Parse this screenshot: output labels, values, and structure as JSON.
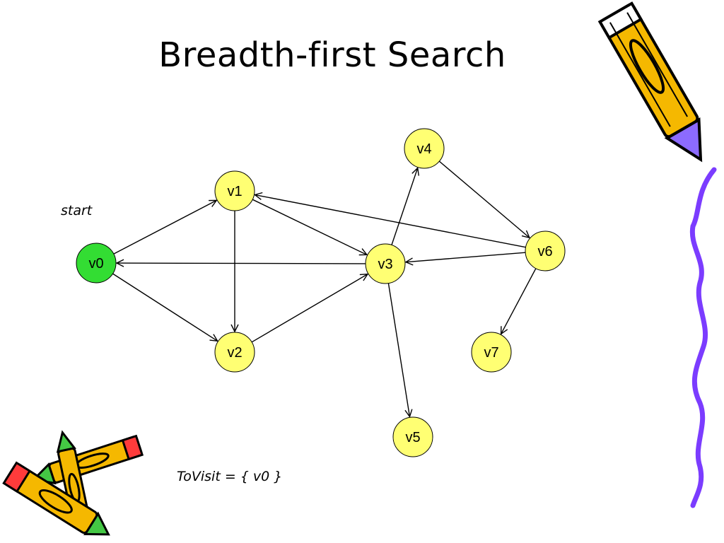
{
  "title": "Breadth-first Search",
  "start_label": "start",
  "to_visit_text": "ToVisit = { v0 }",
  "colors": {
    "node_fill": "#ffff73",
    "start_node_fill": "#33dd33",
    "node_stroke": "#000000",
    "edge": "#000000",
    "pencil_body": "#f5b800",
    "squiggle": "#7b3cff"
  },
  "nodes": [
    {
      "id": "v0",
      "label": "v0",
      "start": true
    },
    {
      "id": "v1",
      "label": "v1"
    },
    {
      "id": "v2",
      "label": "v2"
    },
    {
      "id": "v3",
      "label": "v3"
    },
    {
      "id": "v4",
      "label": "v4"
    },
    {
      "id": "v5",
      "label": "v5"
    },
    {
      "id": "v6",
      "label": "v6"
    },
    {
      "id": "v7",
      "label": "v7"
    }
  ],
  "edges": [
    {
      "from": "v0",
      "to": "v1"
    },
    {
      "from": "v0",
      "to": "v2"
    },
    {
      "from": "v1",
      "to": "v2"
    },
    {
      "from": "v1",
      "to": "v3"
    },
    {
      "from": "v3",
      "to": "v0"
    },
    {
      "from": "v2",
      "to": "v3"
    },
    {
      "from": "v3",
      "to": "v4"
    },
    {
      "from": "v4",
      "to": "v6"
    },
    {
      "from": "v6",
      "to": "v1"
    },
    {
      "from": "v6",
      "to": "v3"
    },
    {
      "from": "v3",
      "to": "v5"
    },
    {
      "from": "v6",
      "to": "v7"
    }
  ]
}
